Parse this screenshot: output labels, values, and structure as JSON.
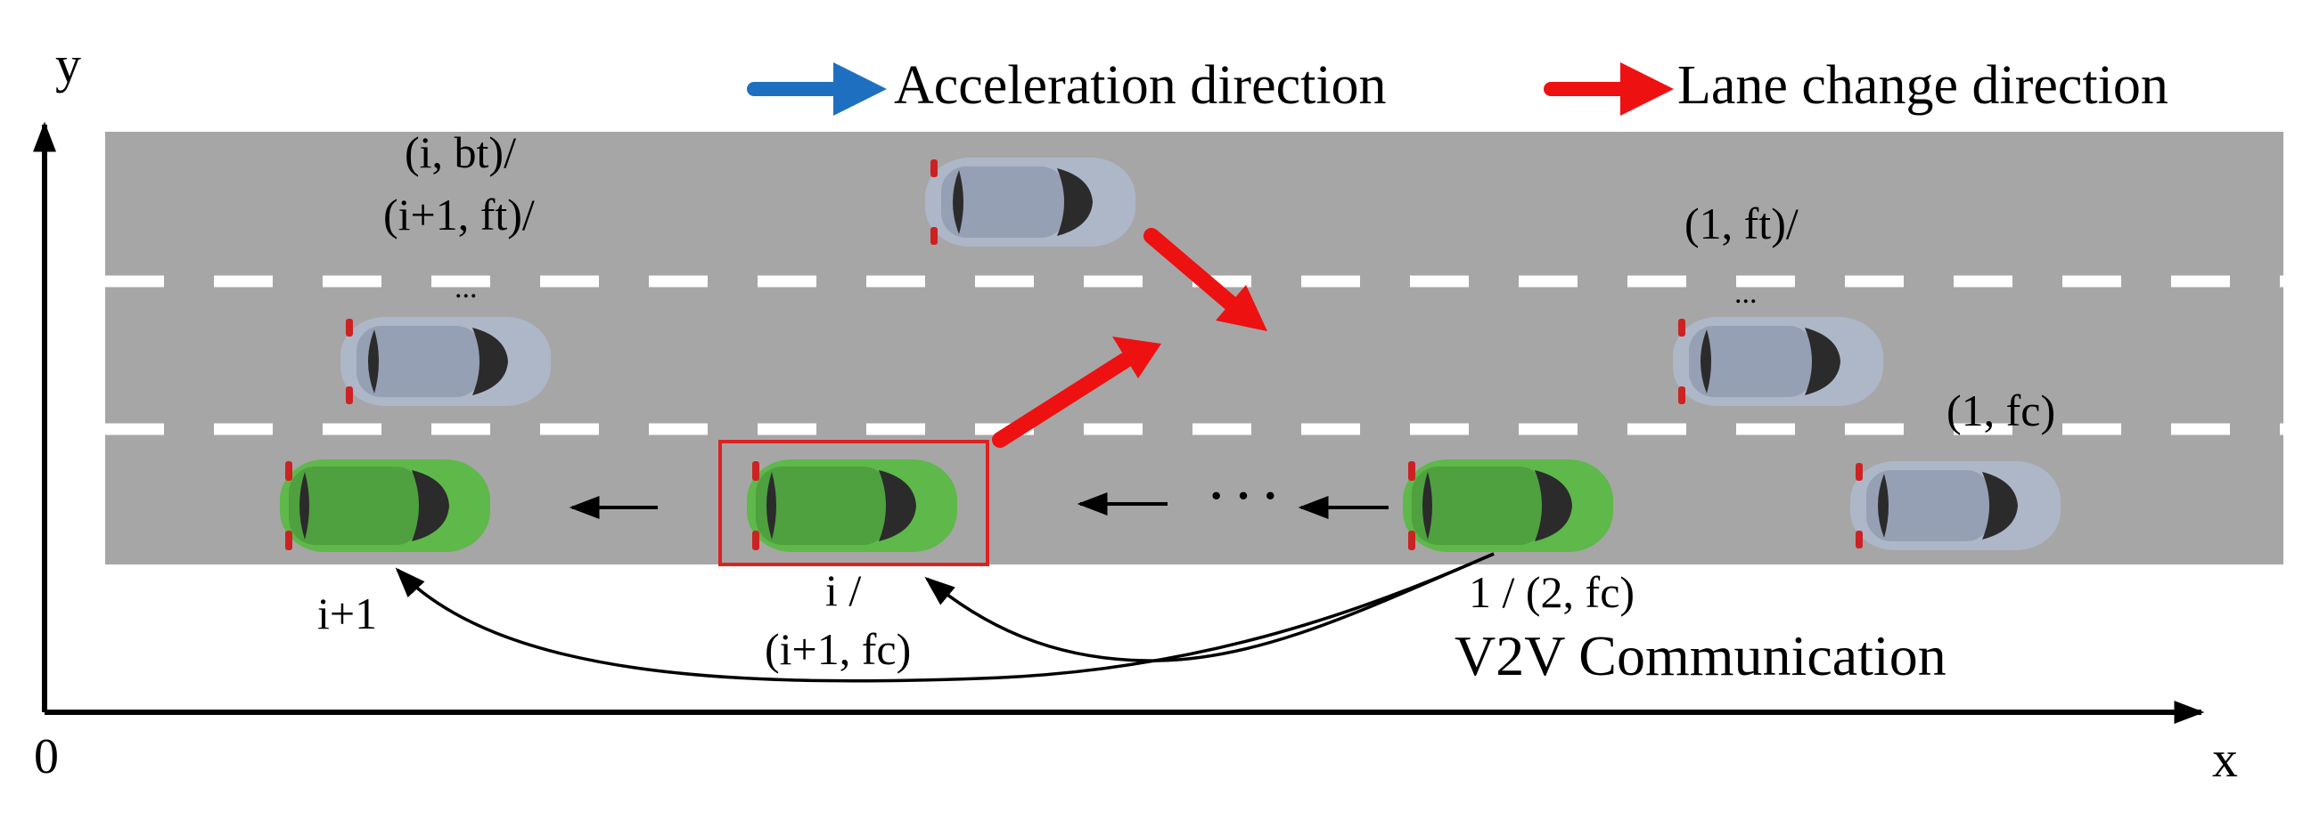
{
  "axes": {
    "y_label": "y",
    "x_label": "x",
    "origin_label": "0"
  },
  "legend": {
    "acceleration": {
      "label": "Acceleration direction",
      "color": "#1f6fc0"
    },
    "lane_change": {
      "label": "Lane change direction",
      "color": "#ee1111"
    }
  },
  "road": {
    "color": "#a6a6a6",
    "lane_marking_color": "#ffffff",
    "lanes": 3
  },
  "vehicles": {
    "green_color": "#5fb84a",
    "gray_color": "#aeb7c8",
    "highlight_box_color": "#dd2222"
  },
  "labels": {
    "top_left_line1": "(i, bt)/",
    "top_left_line2": "(i+1, ft)/",
    "top_left_ellipsis": "...",
    "top_right_line1": "(1, ft)/",
    "top_right_ellipsis": "...",
    "right_fc": "(1, fc)",
    "car_i1": "i+1",
    "car_i_line1": "i /",
    "car_i_line2": "(i+1, fc)",
    "car_1": "1 / (2, fc)",
    "v2v": "V2V Communication",
    "middle_dots": "· · ·"
  }
}
